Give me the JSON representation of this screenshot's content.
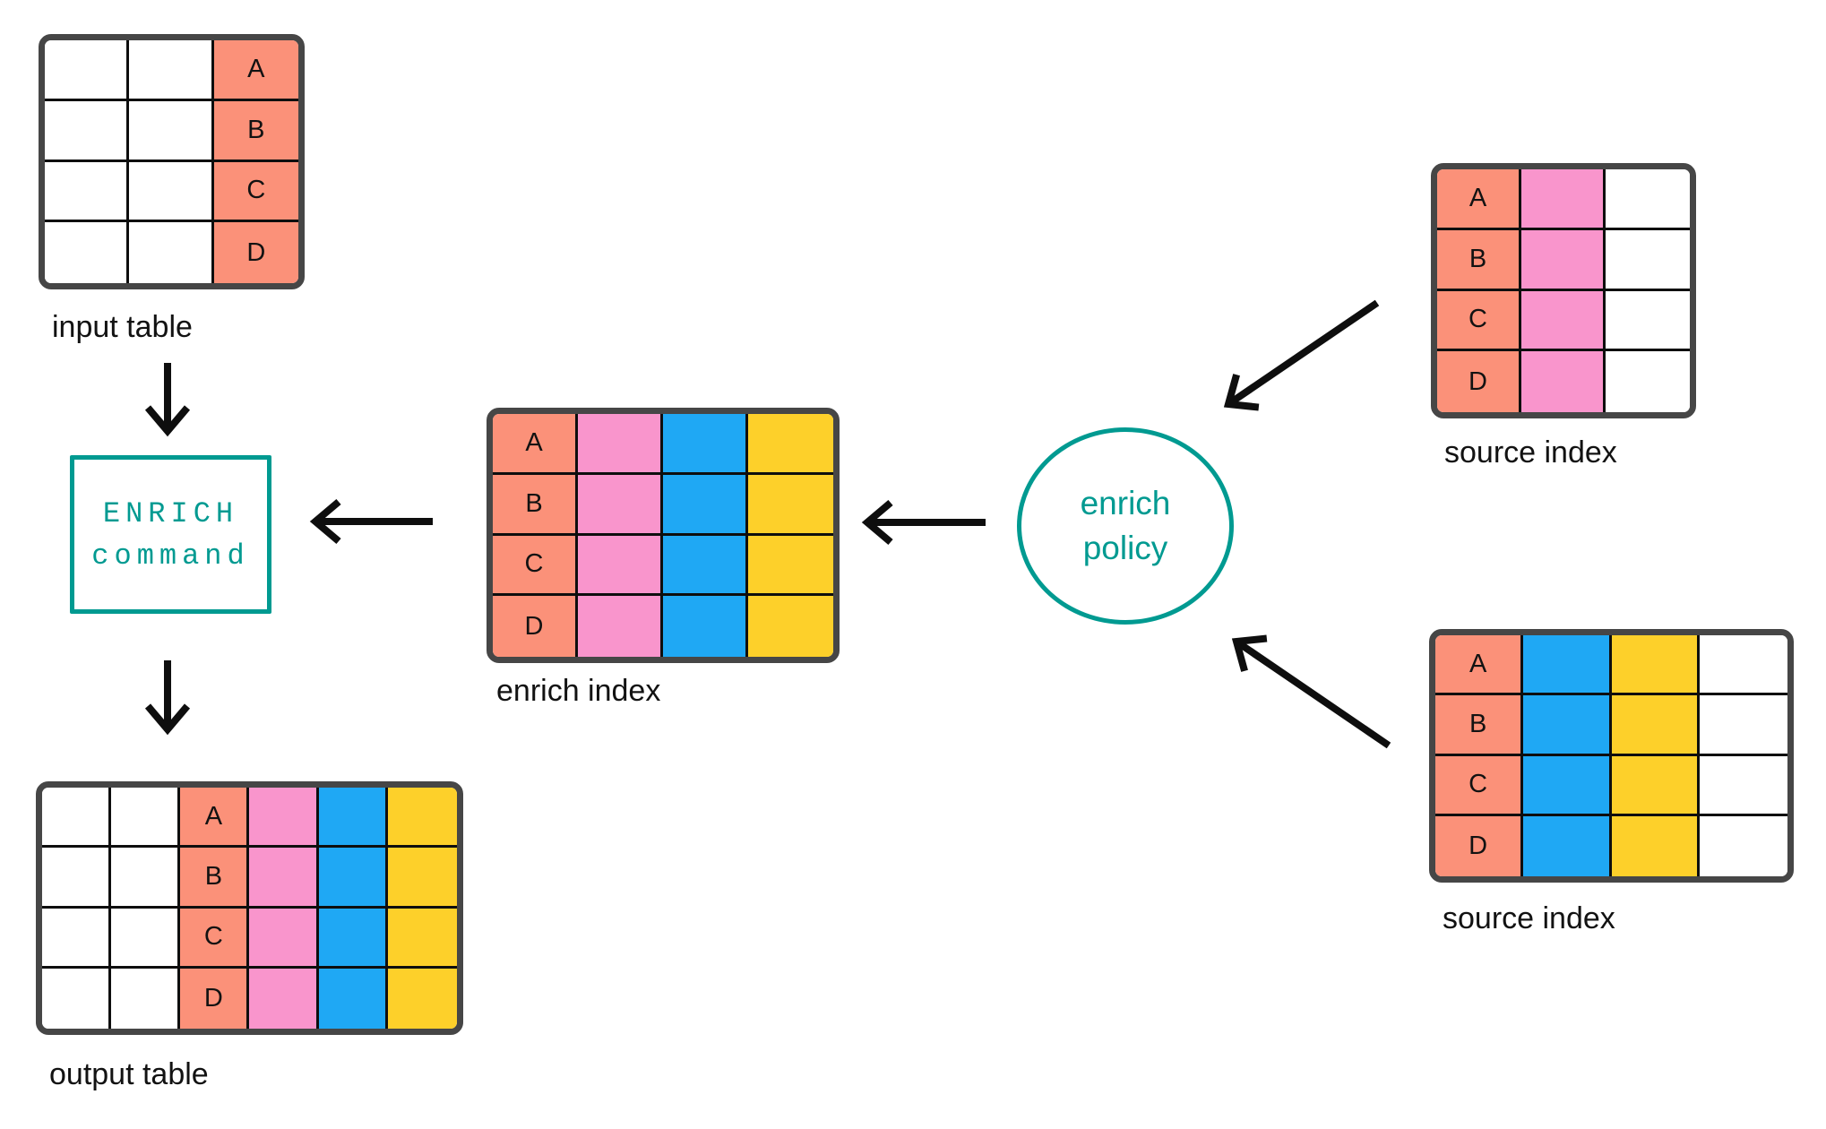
{
  "diagram": {
    "background": "#ffffff",
    "palette": {
      "salmon": "#FB9179",
      "pink": "#F995CC",
      "blue": "#1FA8F4",
      "yellow": "#FDD02A",
      "white": "#FFFFFF",
      "teal": "#009A91",
      "table_border": "#464646",
      "grid_line": "#0E0E0E",
      "text": "#121212",
      "arrow": "#0E0E0E"
    },
    "tables": {
      "input": {
        "label": "input table",
        "row_letters": [
          "A",
          "B",
          "C",
          "D"
        ],
        "columns": [
          "white",
          "white",
          "salmon"
        ],
        "letter_col": 2
      },
      "enrich_index": {
        "label": "enrich index",
        "row_letters": [
          "A",
          "B",
          "C",
          "D"
        ],
        "columns": [
          "salmon",
          "pink",
          "blue",
          "yellow"
        ],
        "letter_col": 0
      },
      "source_top": {
        "label": "source index",
        "row_letters": [
          "A",
          "B",
          "C",
          "D"
        ],
        "columns": [
          "salmon",
          "pink",
          "white"
        ],
        "letter_col": 0
      },
      "source_bottom": {
        "label": "source index",
        "row_letters": [
          "A",
          "B",
          "C",
          "D"
        ],
        "columns": [
          "salmon",
          "blue",
          "yellow",
          "white"
        ],
        "letter_col": 0
      },
      "output": {
        "label": "output table",
        "row_letters": [
          "A",
          "B",
          "C",
          "D"
        ],
        "columns": [
          "white",
          "white",
          "salmon",
          "pink",
          "blue",
          "yellow"
        ],
        "letter_col": 2
      }
    },
    "nodes": {
      "enrich_command": {
        "line1": "ENRICH",
        "line2": "command"
      },
      "enrich_policy": {
        "line1": "enrich",
        "line2": "policy"
      }
    },
    "edges": [
      {
        "from": "input-table",
        "to": "enrich-command"
      },
      {
        "from": "enrich-command",
        "to": "output-table"
      },
      {
        "from": "enrich-index",
        "to": "enrich-command"
      },
      {
        "from": "enrich-policy",
        "to": "enrich-index"
      },
      {
        "from": "source-index-top",
        "to": "enrich-policy"
      },
      {
        "from": "source-index-bottom",
        "to": "enrich-policy"
      }
    ]
  }
}
